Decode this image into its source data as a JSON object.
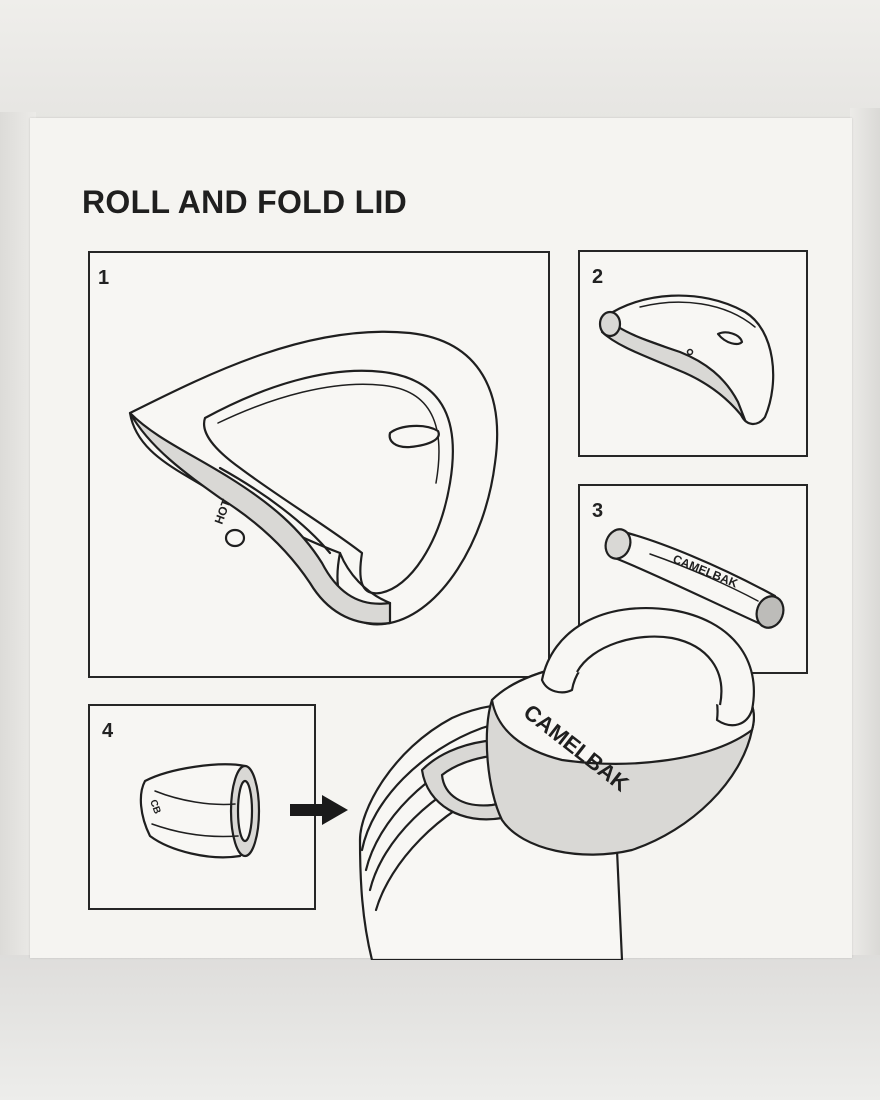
{
  "title": "ROLL AND FOLD LID",
  "steps": [
    {
      "number": "1",
      "hot_label": "HOT",
      "illustration": "lid-ring-flat"
    },
    {
      "number": "2",
      "illustration": "lid-folding"
    },
    {
      "number": "3",
      "brand_label": "CAMELBAK",
      "illustration": "lid-rolled"
    },
    {
      "number": "4",
      "illustration": "lid-bundled"
    }
  ],
  "final": {
    "brand_label": "CAMELBAK",
    "arrow_icon": "arrow-right-icon",
    "illustration": "cap-onto-bottle"
  }
}
